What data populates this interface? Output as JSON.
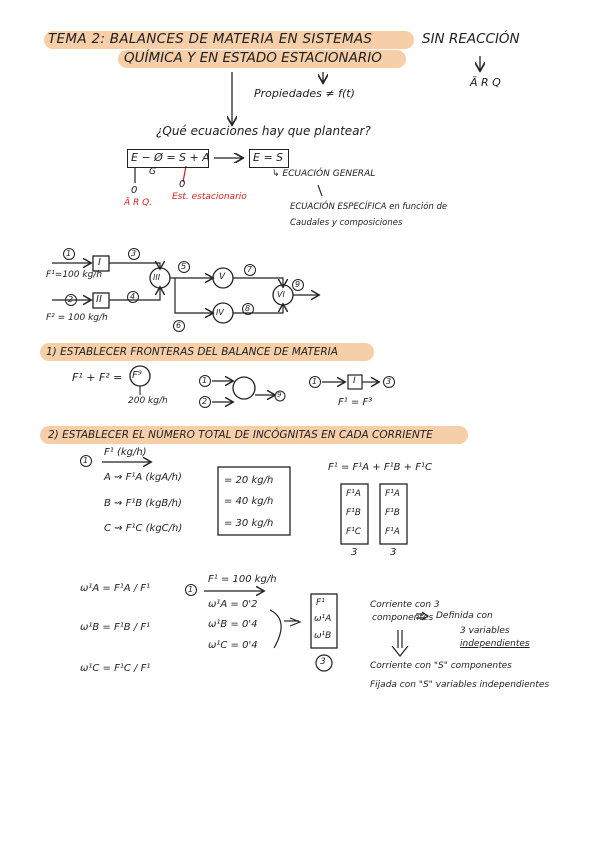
{
  "title": {
    "line1a": "TEMA 2: BALANCES DE MATERIA EN SISTEMAS",
    "line1b": "SIN REACCIÓN",
    "line2": "QUÍMICA Y EN ESTADO ESTACIONARIO"
  },
  "top": {
    "arq_right": "Ā R Q",
    "propiedades": "Propiedades ≠ f(t)",
    "question": "¿Qué ecuaciones hay que plantear?",
    "general_eq": "E − Ø = S + A",
    "simplified_eq": "E = S",
    "g_label": "G",
    "zero_left": "0",
    "zero_right": "0",
    "arq_left": "Ā R Q.",
    "est_estacionario": "Est. estacionario",
    "ecuacion_general": "↳ ECUACIÓN GENERAL",
    "ecuacion_especifica_1": "ECUACIÓN ESPECÍFICA en función de",
    "ecuacion_especifica_2": "Caudales y composiciones"
  },
  "diagram": {
    "node_I": "I",
    "node_II": "II",
    "node_III": "III",
    "node_IV": "IV",
    "node_V": "V",
    "node_VI": "VI",
    "s1": "1",
    "s2": "2",
    "s3": "3",
    "s4": "4",
    "s5": "5",
    "s6": "6",
    "s7": "7",
    "s8": "8",
    "s9": "9",
    "f1": "F¹=100 kg/h",
    "f2": "F² = 100 kg/h"
  },
  "section1": {
    "heading": "1) ESTABLECER FRONTERAS DEL BALANCE DE MATERIA",
    "eq_left": "F¹ + F² =",
    "f9": "F⁹",
    "kg200": "200 kg/h",
    "n1": "1",
    "n2": "2",
    "n9": "9",
    "b1": "1",
    "bI": "I",
    "b3": "3",
    "f1f3": "F¹ = F³"
  },
  "section2": {
    "heading": "2) ESTABLECER EL NÚMERO TOTAL DE INCÓGNITAS EN CADA CORRIENTE",
    "stream1": "1",
    "f1_units": "F¹ (kg/h)",
    "row_a": "A ⇝ F¹A (kgA/h)",
    "row_b": "B ⇝ F¹B (kgB/h)",
    "row_c": "C ⇝ F¹C (kgC/h)",
    "val_a": "= 20 kg/h",
    "val_b": "= 40 kg/h",
    "val_c": "= 30 kg/h",
    "sum_eq": "F¹ = F¹A + F¹B + F¹C",
    "col1": [
      "F¹A",
      "F¹B",
      "F¹C"
    ],
    "col2": [
      "F¹A",
      "F¹B",
      "F¹A"
    ],
    "count1": "3",
    "count2": "3"
  },
  "section3": {
    "wA": "ω¹A = F¹A / F¹",
    "wB": "ω¹B = F¹B / F¹",
    "wC": "ω¹C = F¹C / F¹",
    "stream1": "1",
    "f1val": "F¹ = 100 kg/h",
    "wA_val": "ω¹A = 0'2",
    "wB_val": "ω¹B = 0'4",
    "wC_val": "ω¹C = 0'4",
    "vec": [
      "F¹",
      "ω¹A",
      "ω¹B"
    ],
    "vec_count": "3",
    "corriente_line1": "Corriente con 3",
    "corriente_line2": "componentes",
    "definida_1": "Definida con",
    "definida_2": "3 variables",
    "definida_3": "independientes",
    "s_line1": "Corriente con \"S\" componentes",
    "s_line2": "Fijada con \"S\" variables independientes"
  }
}
